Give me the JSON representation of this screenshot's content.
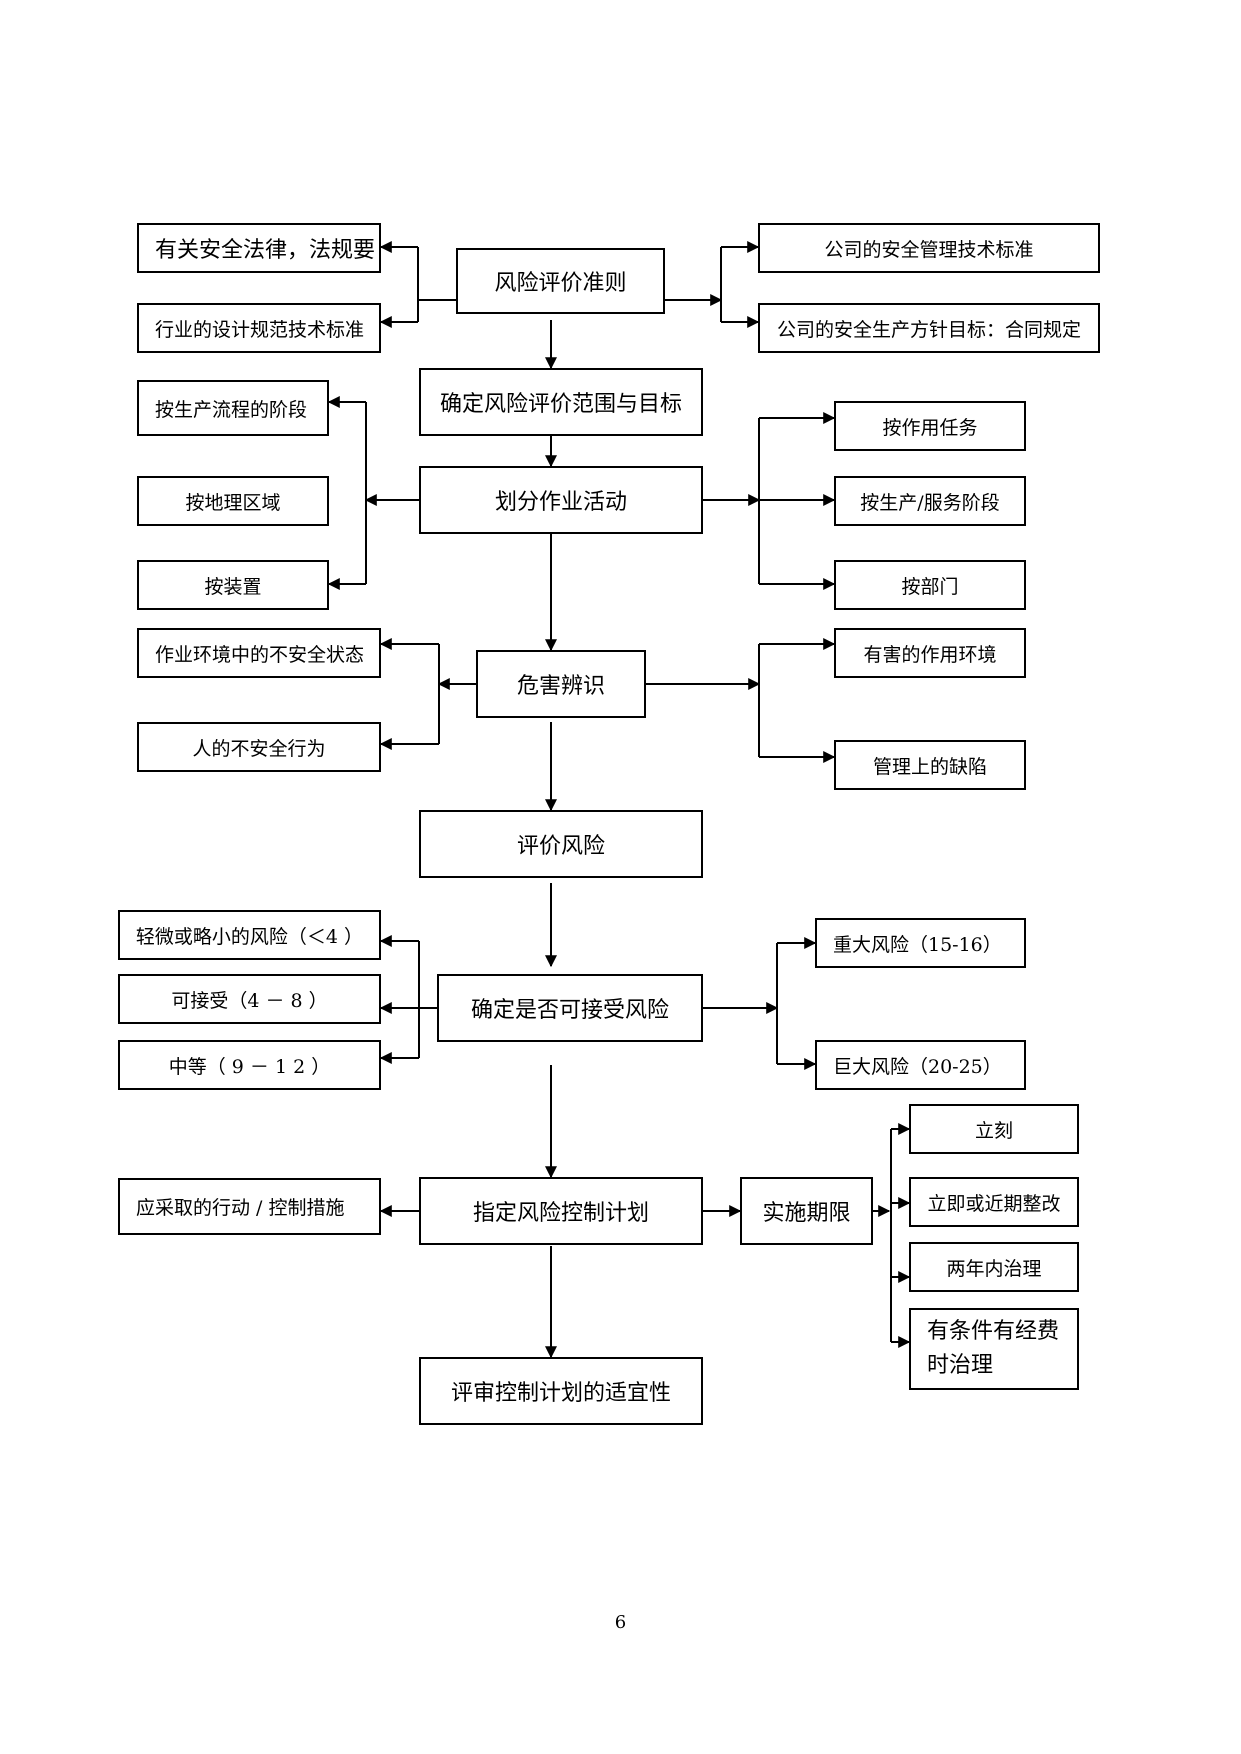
{
  "main_flow": [
    {
      "id": "criteria",
      "label": "风险评价准则"
    },
    {
      "id": "scope",
      "label": "确定风险评价范围与目标"
    },
    {
      "id": "divide",
      "label": "划分作业活动"
    },
    {
      "id": "hazard",
      "label": "危害辨识"
    },
    {
      "id": "evaluate",
      "label": "评价风险"
    },
    {
      "id": "acceptable",
      "label": "确定是否可接受风险"
    },
    {
      "id": "plan",
      "label": "指定风险控制计划"
    },
    {
      "id": "review",
      "label": "评审控制计划的适宜性"
    }
  ],
  "criteria_sources": {
    "left": [
      "有关安全法律，法规要",
      "行业的设计规范技术标准"
    ],
    "right": [
      "公司的安全管理技术标准",
      "公司的安全生产方针目标：合同规定"
    ]
  },
  "divide_by": {
    "left": [
      "按生产流程的阶段",
      "按地理区域",
      "按装置"
    ],
    "right": [
      "按作用任务",
      "按生产/服务阶段",
      "按部门"
    ]
  },
  "hazard_sources": {
    "left": [
      "作业环境中的不安全状态",
      "人的不安全行为"
    ],
    "right": [
      "有害的作用环境",
      "管理上的缺陷"
    ]
  },
  "risk_levels": {
    "left": [
      "轻微或略小的风险（＜4 ）",
      "可接受（4 － 8 ）",
      "中等（ 9 － 1  2 ）"
    ],
    "right": [
      "重大风险（15-16）",
      "巨大风险（20-25）"
    ]
  },
  "control": {
    "action": "应采取的行动 / 控制措施",
    "deadline": "实施期限",
    "deadline_options": [
      "立刻",
      "立即或近期整改",
      "两年内治理",
      "有条件有经费时治理"
    ]
  },
  "page_number": "6"
}
